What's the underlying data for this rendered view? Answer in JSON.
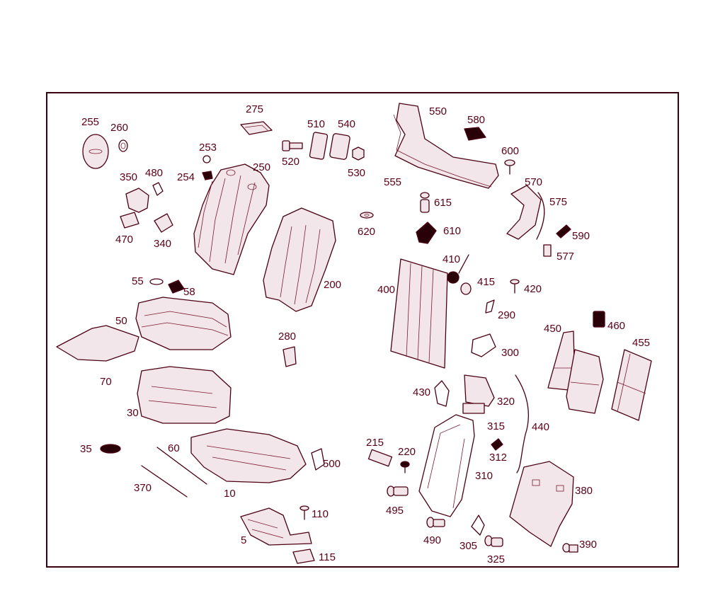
{
  "diagram": {
    "labels": [
      "255",
      "260",
      "275",
      "510",
      "540",
      "550",
      "580",
      "253",
      "520",
      "530",
      "600",
      "350",
      "480",
      "254",
      "250",
      "555",
      "570",
      "575",
      "615",
      "470",
      "340",
      "620",
      "610",
      "590",
      "577",
      "410",
      "55",
      "58",
      "200",
      "415",
      "420",
      "400",
      "290",
      "50",
      "280",
      "450",
      "460",
      "455",
      "70",
      "300",
      "430",
      "320",
      "30",
      "440",
      "315",
      "35",
      "60",
      "215",
      "220",
      "500",
      "312",
      "310",
      "370",
      "10",
      "380",
      "495",
      "110",
      "490",
      "305",
      "325",
      "390",
      "5",
      "115"
    ]
  }
}
